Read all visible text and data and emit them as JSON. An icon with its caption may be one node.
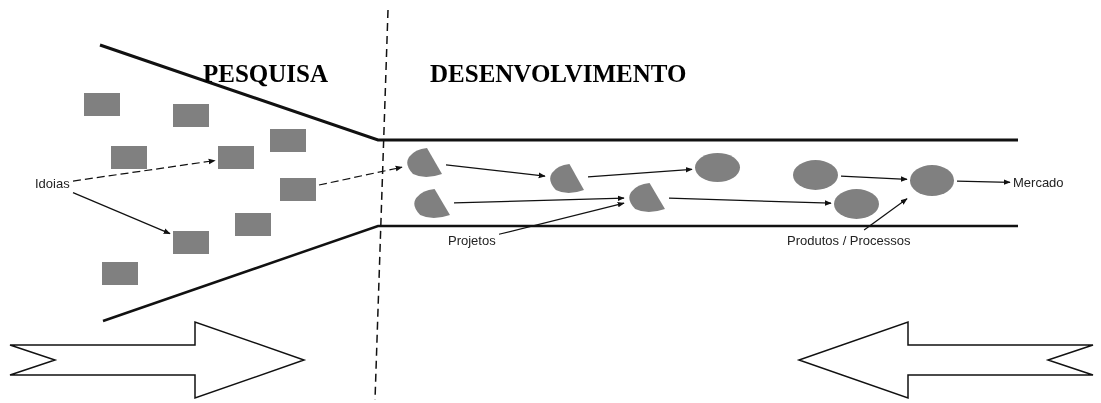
{
  "diagram": {
    "nodes": [
      {
        "text": [
          "Idoias"
        ]
      },
      {
        "text": [],
        "shape": "box"
      },
      {
        "text": [],
        "shape": "box"
      },
      {
        "text": [],
        "shape": "box"
      },
      {
        "text": [],
        "shape": "box"
      },
      {
        "text": [],
        "shape": "box"
      },
      {
        "text": [],
        "shape": "box"
      },
      {
        "text": [],
        "shape": "box"
      },
      {
        "text": [],
        "shape": "box"
      },
      {
        "text": [],
        "shape": "box"
      },
      {
        "text": [],
        "shape": "semicircle"
      },
      {
        "text": [],
        "shape": "semicircle"
      },
      {
        "text": [],
        "shape": "semicircle"
      },
      {
        "text": [],
        "shape": "semicircle"
      },
      {
        "text": [],
        "shape": "circle"
      },
      {
        "text": [],
        "shape": "circle"
      },
      {
        "text": [],
        "shape": "circle"
      },
      {
        "text": [],
        "shape": "circle"
      },
      {
        "text": [
          "Projetos"
        ]
      },
      {
        "text": [
          "Produtos / Processos"
        ]
      },
      {
        "text": [
          "Mercado"
        ]
      }
    ],
    "edges": [
      {
        "from": 0,
        "to": 4,
        "arrow": "to",
        "style": "dashed"
      },
      {
        "from": 0,
        "to": 8,
        "arrow": "to"
      },
      {
        "from": 6,
        "to": 10,
        "arrow": "to",
        "style": "dashed"
      },
      {
        "from": 10,
        "to": 12,
        "arrow": "to"
      },
      {
        "from": 11,
        "to": 13,
        "arrow": "to"
      },
      {
        "from": 18,
        "to": 13,
        "arrow": "to"
      },
      {
        "from": 12,
        "to": 14,
        "arrow": "to"
      },
      {
        "from": 13,
        "to": 16,
        "arrow": "to"
      },
      {
        "from": 15,
        "to": 17,
        "arrow": "to"
      },
      {
        "from": 19,
        "to": 17,
        "arrow": "to"
      },
      {
        "from": 17,
        "to": 20,
        "arrow": "to"
      }
    ],
    "labels": [
      "PESQUISA",
      "DESENVOLVIMENTO"
    ]
  }
}
